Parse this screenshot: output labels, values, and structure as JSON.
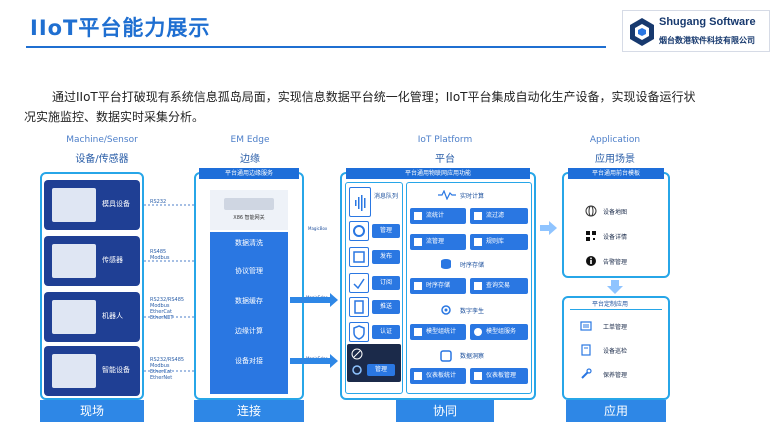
{
  "header": {
    "title": "IIoT平台能力展示",
    "logo_en": "Shugang Software",
    "logo_zh": "烟台数港软件科技有限公司"
  },
  "intro": "通过IIoT平台打破现有系统信息孤岛局面，实现信息数据平台统一化管理；IIoT平台集成自动化生产设备，实现设备运行状况实施监控、数据实时采集分析。",
  "columns": {
    "machine": {
      "en": "Machine/Sensor",
      "zh": "设备/传感器",
      "footer": "现场"
    },
    "edge": {
      "en": "EM Edge",
      "zh": "边缘",
      "footer": "连接"
    },
    "platform": {
      "en": "IoT Platform",
      "zh": "平台",
      "footer": "协同"
    },
    "app": {
      "en": "Application",
      "zh": "应用场景",
      "footer": "应用"
    }
  },
  "devices": [
    {
      "label": "模具设备",
      "protocol": "RS232"
    },
    {
      "label": "传感器",
      "protocol": "RS485\nModbus"
    },
    {
      "label": "机器人",
      "protocol": "RS232/RS485\nModbus\nEtherCat\nEtherNET"
    },
    {
      "label": "智能设备",
      "protocol": "RS232/RS485\nModbus\nEtherCat\nEtherNet"
    }
  ],
  "edge": {
    "head": "平台通用边缘服务",
    "gateway": "X86 智能网关",
    "items": [
      "数据清洗",
      "协议管理",
      "数据缓存",
      "边缘计算",
      "设备对接"
    ]
  },
  "arrows": {
    "a1": "MagicBox",
    "a2": "MagicEdge",
    "a3": "MagicEdge"
  },
  "platform": {
    "head": "平台通用物联网应用功能",
    "left_items": [
      "消息队列",
      "管理",
      "发布",
      "订阅",
      "推送",
      "认证",
      "管理"
    ],
    "sections": [
      "实时计算",
      "时序存储",
      "数字孪生",
      "数据洞察"
    ],
    "features": [
      [
        "流统计",
        "流过滤"
      ],
      [
        "流管理",
        "规则库"
      ],
      [
        "时序存储",
        "查询交易"
      ],
      [
        "模型组统计",
        "模型组服务"
      ],
      [
        "仪表板统计",
        "仪表板管理"
      ]
    ]
  },
  "app": {
    "top_head": "平台通用前台模板",
    "top_items": [
      "设备地图",
      "设备详情",
      "告警管理"
    ],
    "bottom_head": "平台定制应用",
    "bottom_items": [
      "工单管理",
      "设备巡检",
      "保养管理"
    ]
  },
  "colors": {
    "accent": "#1f6fd1",
    "frame": "#27a6e8",
    "bar": "#2a77e2",
    "device": "#1f3f94"
  }
}
